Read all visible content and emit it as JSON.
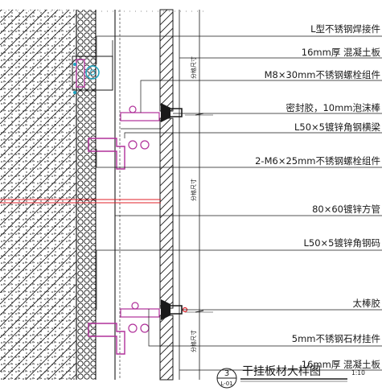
{
  "drawing": {
    "labels": [
      "L型不锈钢焊接件",
      "16mm厚 混凝土板",
      "M8×30mm不锈钢螺栓组件",
      "密封胶，10mm泡沫棒",
      "L50×5镀锌角钢横梁",
      "2-M6×25mm不锈钢螺栓组件",
      "80×60镀锌方管",
      "L50×5镀锌角钢码",
      "太棒胶",
      "5mm不锈钢石材挂件",
      "16mm厚 混凝土板"
    ],
    "dimension_text": "分格尺寸",
    "title": {
      "text": "干挂板材大样图",
      "scale": "1:10",
      "detail_no": "3",
      "sheet_ref": "L-01"
    },
    "colors": {
      "line": "#1a1a1a",
      "accent_red": "#e0202a",
      "accent_magenta": "#b0309a",
      "accent_cyan": "#1ea4c0"
    }
  }
}
